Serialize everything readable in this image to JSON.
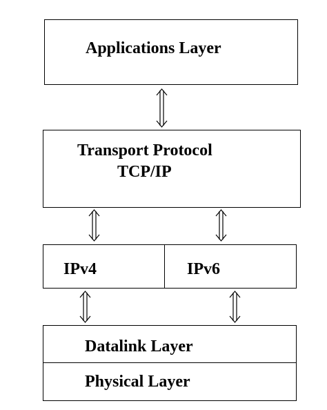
{
  "diagram": {
    "applications_layer": {
      "label": "Applications Layer"
    },
    "transport_protocol": {
      "title": "Transport Protocol",
      "subtitle": "TCP/IP"
    },
    "ipv4": {
      "label": "IPv4"
    },
    "ipv6": {
      "label": "IPv6"
    },
    "datalink_layer": {
      "label": "Datalink Layer"
    },
    "physical_layer": {
      "label": "Physical Layer"
    }
  }
}
